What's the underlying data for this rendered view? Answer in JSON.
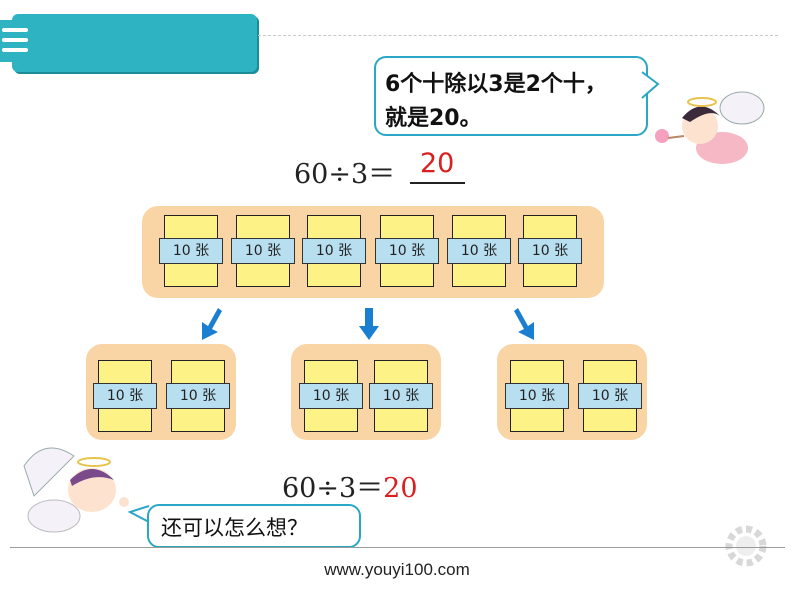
{
  "bubble_top": {
    "line1": "6个十除以3是2个十，",
    "line2": "就是20。"
  },
  "equation1": {
    "expr": "60÷3＝",
    "answer": "20"
  },
  "card_label": "10 张",
  "equation2": {
    "expr": "60÷3＝",
    "answer": "20"
  },
  "bubble_bottom": {
    "text": "还可以怎么想？"
  },
  "footer": {
    "url": "www.youyi100.com"
  },
  "colors": {
    "header": "#2eb3c2",
    "tray": "#f9d4a4",
    "card": "#fdf285",
    "band": "#b8dff0",
    "answer": "#d82020",
    "arrow": "#1a7fd0"
  }
}
